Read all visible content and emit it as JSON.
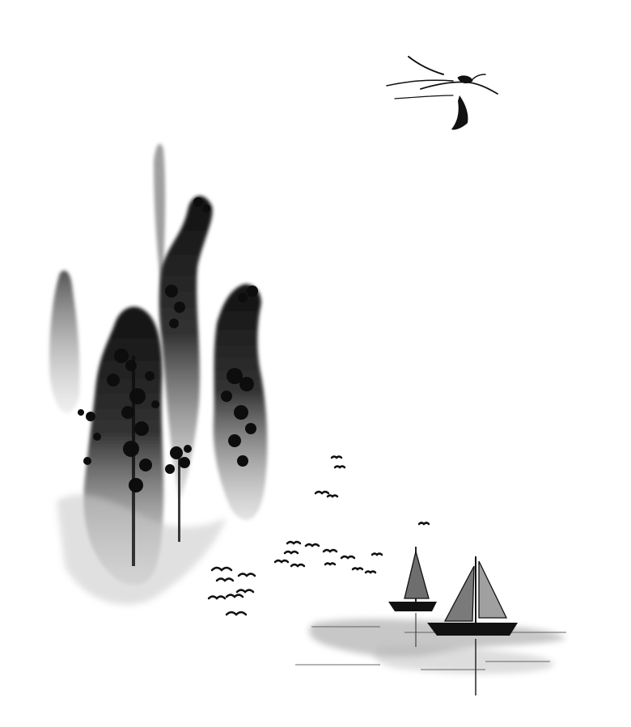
{
  "artwork": {
    "style": "ink-wash",
    "palette": {
      "paper": "#ffffff",
      "ink_dark": "#0d0d0d",
      "ink_mid": "#3a3a3a",
      "ink_light": "#8a8a8a",
      "wash": "#c4c4c4"
    },
    "elements": [
      "crane-icon",
      "mountain-peaks",
      "pine-trees",
      "bird-flock",
      "sailboat-small",
      "sailboat-large",
      "water-reflection"
    ]
  }
}
